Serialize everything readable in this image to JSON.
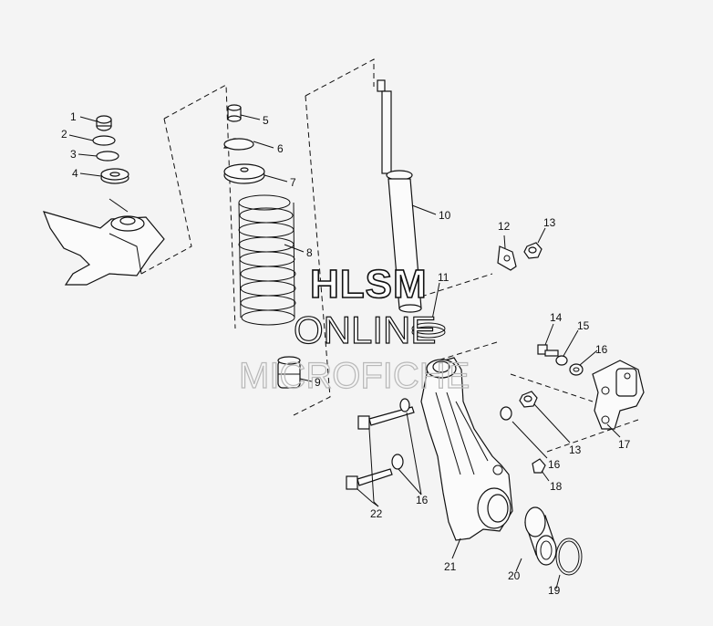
{
  "watermark": {
    "line1": "HLSM",
    "line2": "ONLINE",
    "line3": "MICROFICHE"
  },
  "callouts": [
    {
      "id": "c1",
      "text": "1"
    },
    {
      "id": "c2",
      "text": "2"
    },
    {
      "id": "c3",
      "text": "3"
    },
    {
      "id": "c4",
      "text": "4"
    },
    {
      "id": "c5",
      "text": "5"
    },
    {
      "id": "c6",
      "text": "6"
    },
    {
      "id": "c7",
      "text": "7"
    },
    {
      "id": "c8",
      "text": "8"
    },
    {
      "id": "c9",
      "text": "9"
    },
    {
      "id": "c10",
      "text": "10"
    },
    {
      "id": "c11",
      "text": "11"
    },
    {
      "id": "c12",
      "text": "12"
    },
    {
      "id": "c13a",
      "text": "13"
    },
    {
      "id": "c13b",
      "text": "13"
    },
    {
      "id": "c14",
      "text": "14"
    },
    {
      "id": "c15",
      "text": "15"
    },
    {
      "id": "c16a",
      "text": "16"
    },
    {
      "id": "c16b",
      "text": "16"
    },
    {
      "id": "c16c",
      "text": "16"
    },
    {
      "id": "c17",
      "text": "17"
    },
    {
      "id": "c18",
      "text": "18"
    },
    {
      "id": "c19",
      "text": "19"
    },
    {
      "id": "c20",
      "text": "20"
    },
    {
      "id": "c21",
      "text": "21"
    },
    {
      "id": "c22",
      "text": "22"
    }
  ]
}
